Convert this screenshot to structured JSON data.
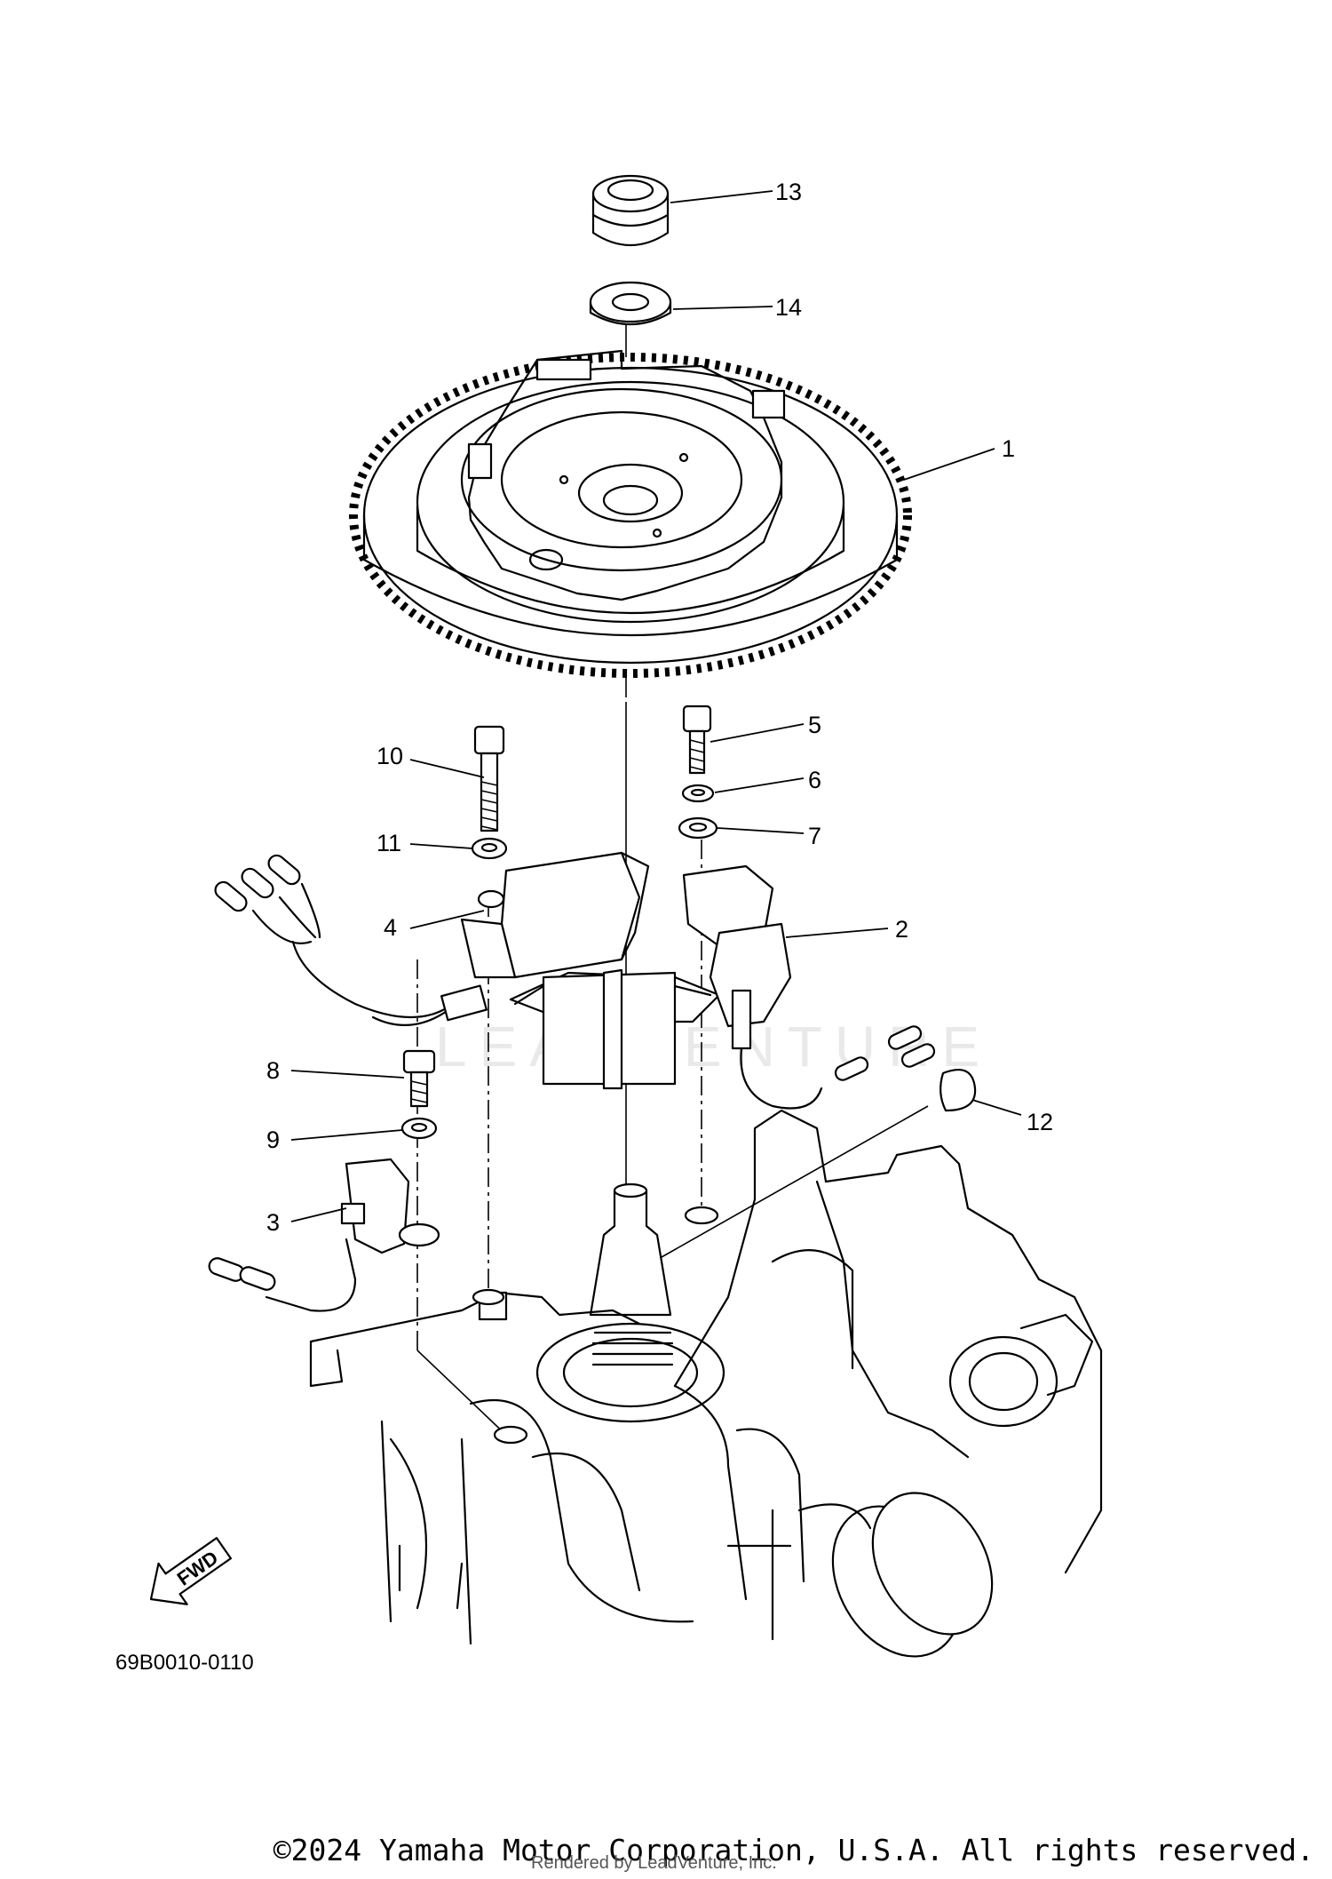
{
  "diagram": {
    "code": "69B0010-0110",
    "watermark": "LEADVENTURE",
    "fwd_label": "FWD",
    "callouts": [
      "13",
      "14",
      "1",
      "5",
      "10",
      "6",
      "11",
      "7",
      "4",
      "2",
      "8",
      "12",
      "9",
      "3"
    ]
  },
  "footer": {
    "copyright": "©2024 Yamaha Motor Corporation, U.S.A. All rights reserved.",
    "rendered_by": "Rendered by LeadVenture, Inc."
  }
}
